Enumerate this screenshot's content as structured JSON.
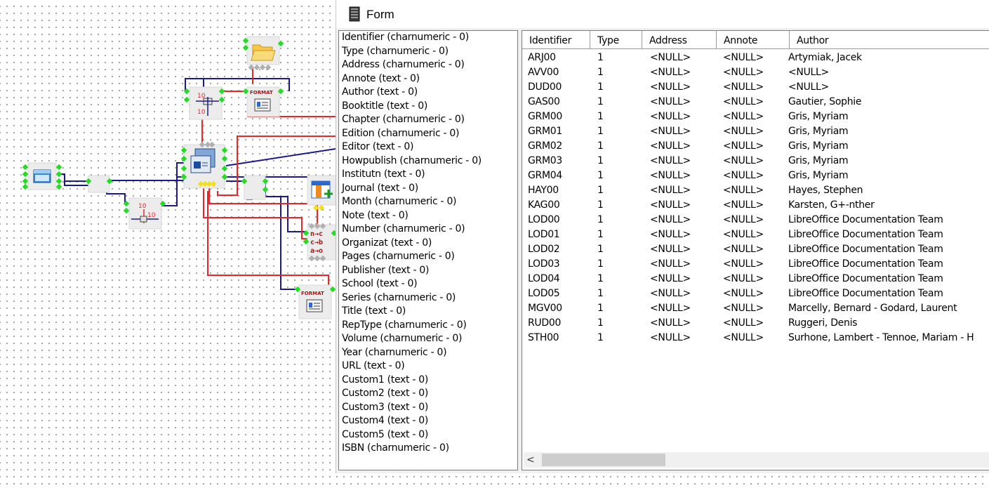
{
  "form": {
    "title": "Form",
    "fields": [
      "Identifier (charnumeric - 0)",
      "Type (charnumeric - 0)",
      "Address (charnumeric - 0)",
      "Annote (text - 0)",
      "Author (text - 0)",
      "Booktitle (text - 0)",
      "Chapter (charnumeric - 0)",
      "Edition (charnumeric - 0)",
      "Editor (text - 0)",
      "Howpublish (charnumeric - 0)",
      "Institutn (text - 0)",
      "Journal (text - 0)",
      "Month (charnumeric - 0)",
      "Note (text - 0)",
      "Number (charnumeric - 0)",
      "Organizat (text - 0)",
      "Pages (charnumeric - 0)",
      "Publisher (text - 0)",
      "School (text - 0)",
      "Series (charnumeric - 0)",
      "Title (text - 0)",
      "RepType (charnumeric - 0)",
      "Volume (charnumeric - 0)",
      "Year (charnumeric - 0)",
      "URL (text - 0)",
      "Custom1 (text - 0)",
      "Custom2 (text - 0)",
      "Custom3 (text - 0)",
      "Custom4 (text - 0)",
      "Custom5 (text - 0)",
      "ISBN (charnumeric - 0)"
    ],
    "columns": [
      "Identifier",
      "Type",
      "Address",
      "Annote",
      "Author"
    ],
    "rows": [
      [
        "ARJ00",
        "1",
        "<NULL>",
        "<NULL>",
        "Artymiak, Jacek"
      ],
      [
        "AVV00",
        "1",
        "<NULL>",
        "<NULL>",
        "<NULL>"
      ],
      [
        "DUD00",
        "1",
        "<NULL>",
        "<NULL>",
        "<NULL>"
      ],
      [
        "GAS00",
        "1",
        "<NULL>",
        "<NULL>",
        "Gautier, Sophie"
      ],
      [
        "GRM00",
        "1",
        "<NULL>",
        "<NULL>",
        "Gris, Myriam"
      ],
      [
        "GRM01",
        "1",
        "<NULL>",
        "<NULL>",
        "Gris, Myriam"
      ],
      [
        "GRM02",
        "1",
        "<NULL>",
        "<NULL>",
        "Gris, Myriam"
      ],
      [
        "GRM03",
        "1",
        "<NULL>",
        "<NULL>",
        "Gris, Myriam"
      ],
      [
        "GRM04",
        "1",
        "<NULL>",
        "<NULL>",
        "Gris, Myriam"
      ],
      [
        "HAY00",
        "1",
        "<NULL>",
        "<NULL>",
        "Hayes, Stephen"
      ],
      [
        "KAG00",
        "1",
        "<NULL>",
        "<NULL>",
        "Karsten, G+-nther"
      ],
      [
        "LOD00",
        "1",
        "<NULL>",
        "<NULL>",
        "LibreOffice Documentation Team"
      ],
      [
        "LOD01",
        "1",
        "<NULL>",
        "<NULL>",
        "LibreOffice Documentation Team"
      ],
      [
        "LOD02",
        "1",
        "<NULL>",
        "<NULL>",
        "LibreOffice Documentation Team"
      ],
      [
        "LOD03",
        "1",
        "<NULL>",
        "<NULL>",
        "LibreOffice Documentation Team"
      ],
      [
        "LOD04",
        "1",
        "<NULL>",
        "<NULL>",
        "LibreOffice Documentation Team"
      ],
      [
        "LOD05",
        "1",
        "<NULL>",
        "<NULL>",
        "LibreOffice Documentation Team"
      ],
      [
        "MGV00",
        "1",
        "<NULL>",
        "<NULL>",
        "Marcelly, Bernard - Godard, Laurent"
      ],
      [
        "RUD00",
        "1",
        "<NULL>",
        "<NULL>",
        "Ruggeri, Denis"
      ],
      [
        "STH00",
        "1",
        "<NULL>",
        "<NULL>",
        "Surhone, Lambert - Tennoe, Mariam - H"
      ]
    ],
    "scroll_left_arrow": "<"
  },
  "canvas": {
    "node_label_ten": "10",
    "node_label_format": "FORMAT",
    "node_label_nca": "n→c",
    "node_label_cb": "c→b",
    "node_label_ao": "a→o",
    "colors": {
      "red_wire": "#e8262a",
      "blue_wire": "#1a1a8c",
      "port_green": "#22dd22",
      "port_gray": "#b0b0b0",
      "port_yellow": "#f0e020"
    }
  }
}
